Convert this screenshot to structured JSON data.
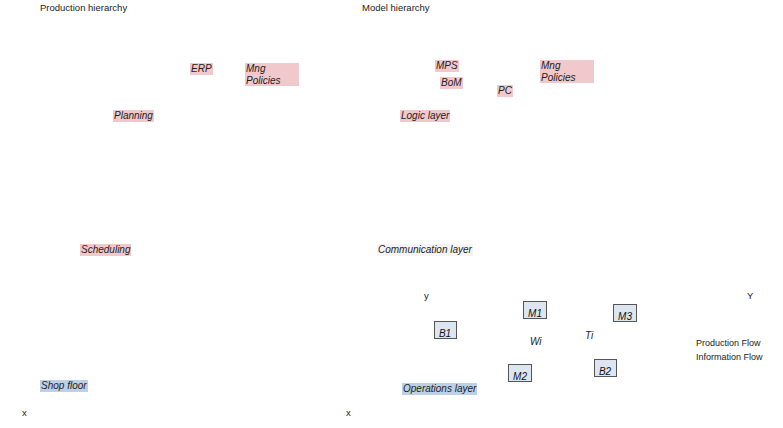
{
  "diagram": {
    "nodes": [
      {
        "text": [
          "ERP",
          "Mng Policies",
          "Planning"
        ]
      },
      {
        "text": [
          "Scheduling"
        ]
      },
      {
        "text": [
          "Shop floor"
        ]
      },
      {
        "text": [
          "MPS",
          "BoM",
          "PC",
          "Mng Policies",
          "Logic layer"
        ]
      },
      {
        "text": [
          "Communication layer"
        ]
      },
      {
        "text": [
          "Operations layer"
        ]
      },
      {
        "text": [
          "B1"
        ],
        "in": 5
      },
      {
        "text": [
          "M1"
        ],
        "in": 5
      },
      {
        "text": [
          "M3"
        ],
        "in": 5
      },
      {
        "text": [
          "B2"
        ],
        "in": 5
      },
      {
        "text": [
          "M2"
        ],
        "in": 5
      }
    ],
    "edges": [
      {
        "from": 0,
        "to": 3,
        "arrow": "to"
      },
      {
        "from": 1,
        "to": 3,
        "arrow": "to"
      },
      {
        "from": 2,
        "to": 5,
        "arrow": "to"
      },
      {
        "from": 6,
        "to": 7,
        "arrow": "none"
      },
      {
        "from": 7,
        "to": 8,
        "arrow": "none"
      },
      {
        "from": 8,
        "to": 9,
        "arrow": "none"
      },
      {
        "from": 9,
        "to": 10,
        "arrow": "none"
      },
      {
        "from": 10,
        "to": 6,
        "arrow": "none"
      }
    ],
    "labels": [
      "Production hierarchy",
      "Model hierarchy",
      "y",
      "x",
      "Y",
      "x",
      "Wi",
      "Ti"
    ],
    "legend": [
      {
        "text": "Production Flow"
      },
      {
        "text": "Information Flow"
      }
    ]
  }
}
